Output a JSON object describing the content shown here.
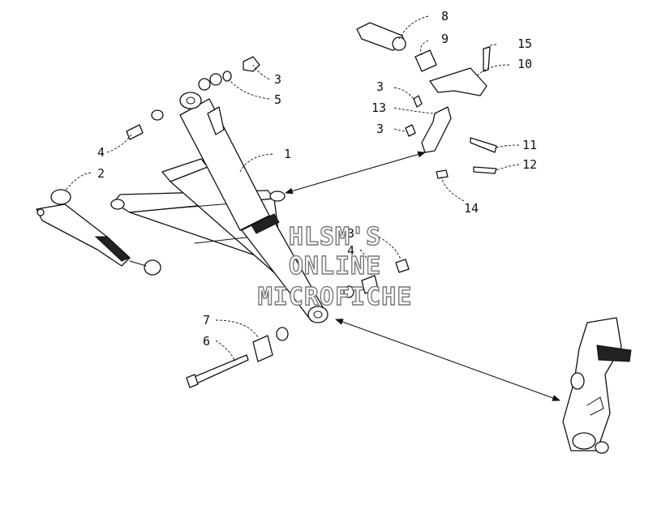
{
  "callouts": [
    {
      "id": "8",
      "text": "8"
    },
    {
      "id": "9",
      "text": "9"
    },
    {
      "id": "15",
      "text": "15"
    },
    {
      "id": "10",
      "text": "10"
    },
    {
      "id": "3a",
      "text": "3"
    },
    {
      "id": "5",
      "text": "5"
    },
    {
      "id": "3b",
      "text": "3"
    },
    {
      "id": "13",
      "text": "13"
    },
    {
      "id": "3c",
      "text": "3"
    },
    {
      "id": "11",
      "text": "11"
    },
    {
      "id": "12",
      "text": "12"
    },
    {
      "id": "4a",
      "text": "4"
    },
    {
      "id": "1",
      "text": "1"
    },
    {
      "id": "2",
      "text": "2"
    },
    {
      "id": "14",
      "text": "14"
    },
    {
      "id": "3d",
      "text": "3"
    },
    {
      "id": "4b",
      "text": "4"
    },
    {
      "id": "7",
      "text": "7"
    },
    {
      "id": "6",
      "text": "6"
    }
  ],
  "watermark": [
    "HLSM'S",
    "ONLINE",
    "MICROFICHE"
  ]
}
